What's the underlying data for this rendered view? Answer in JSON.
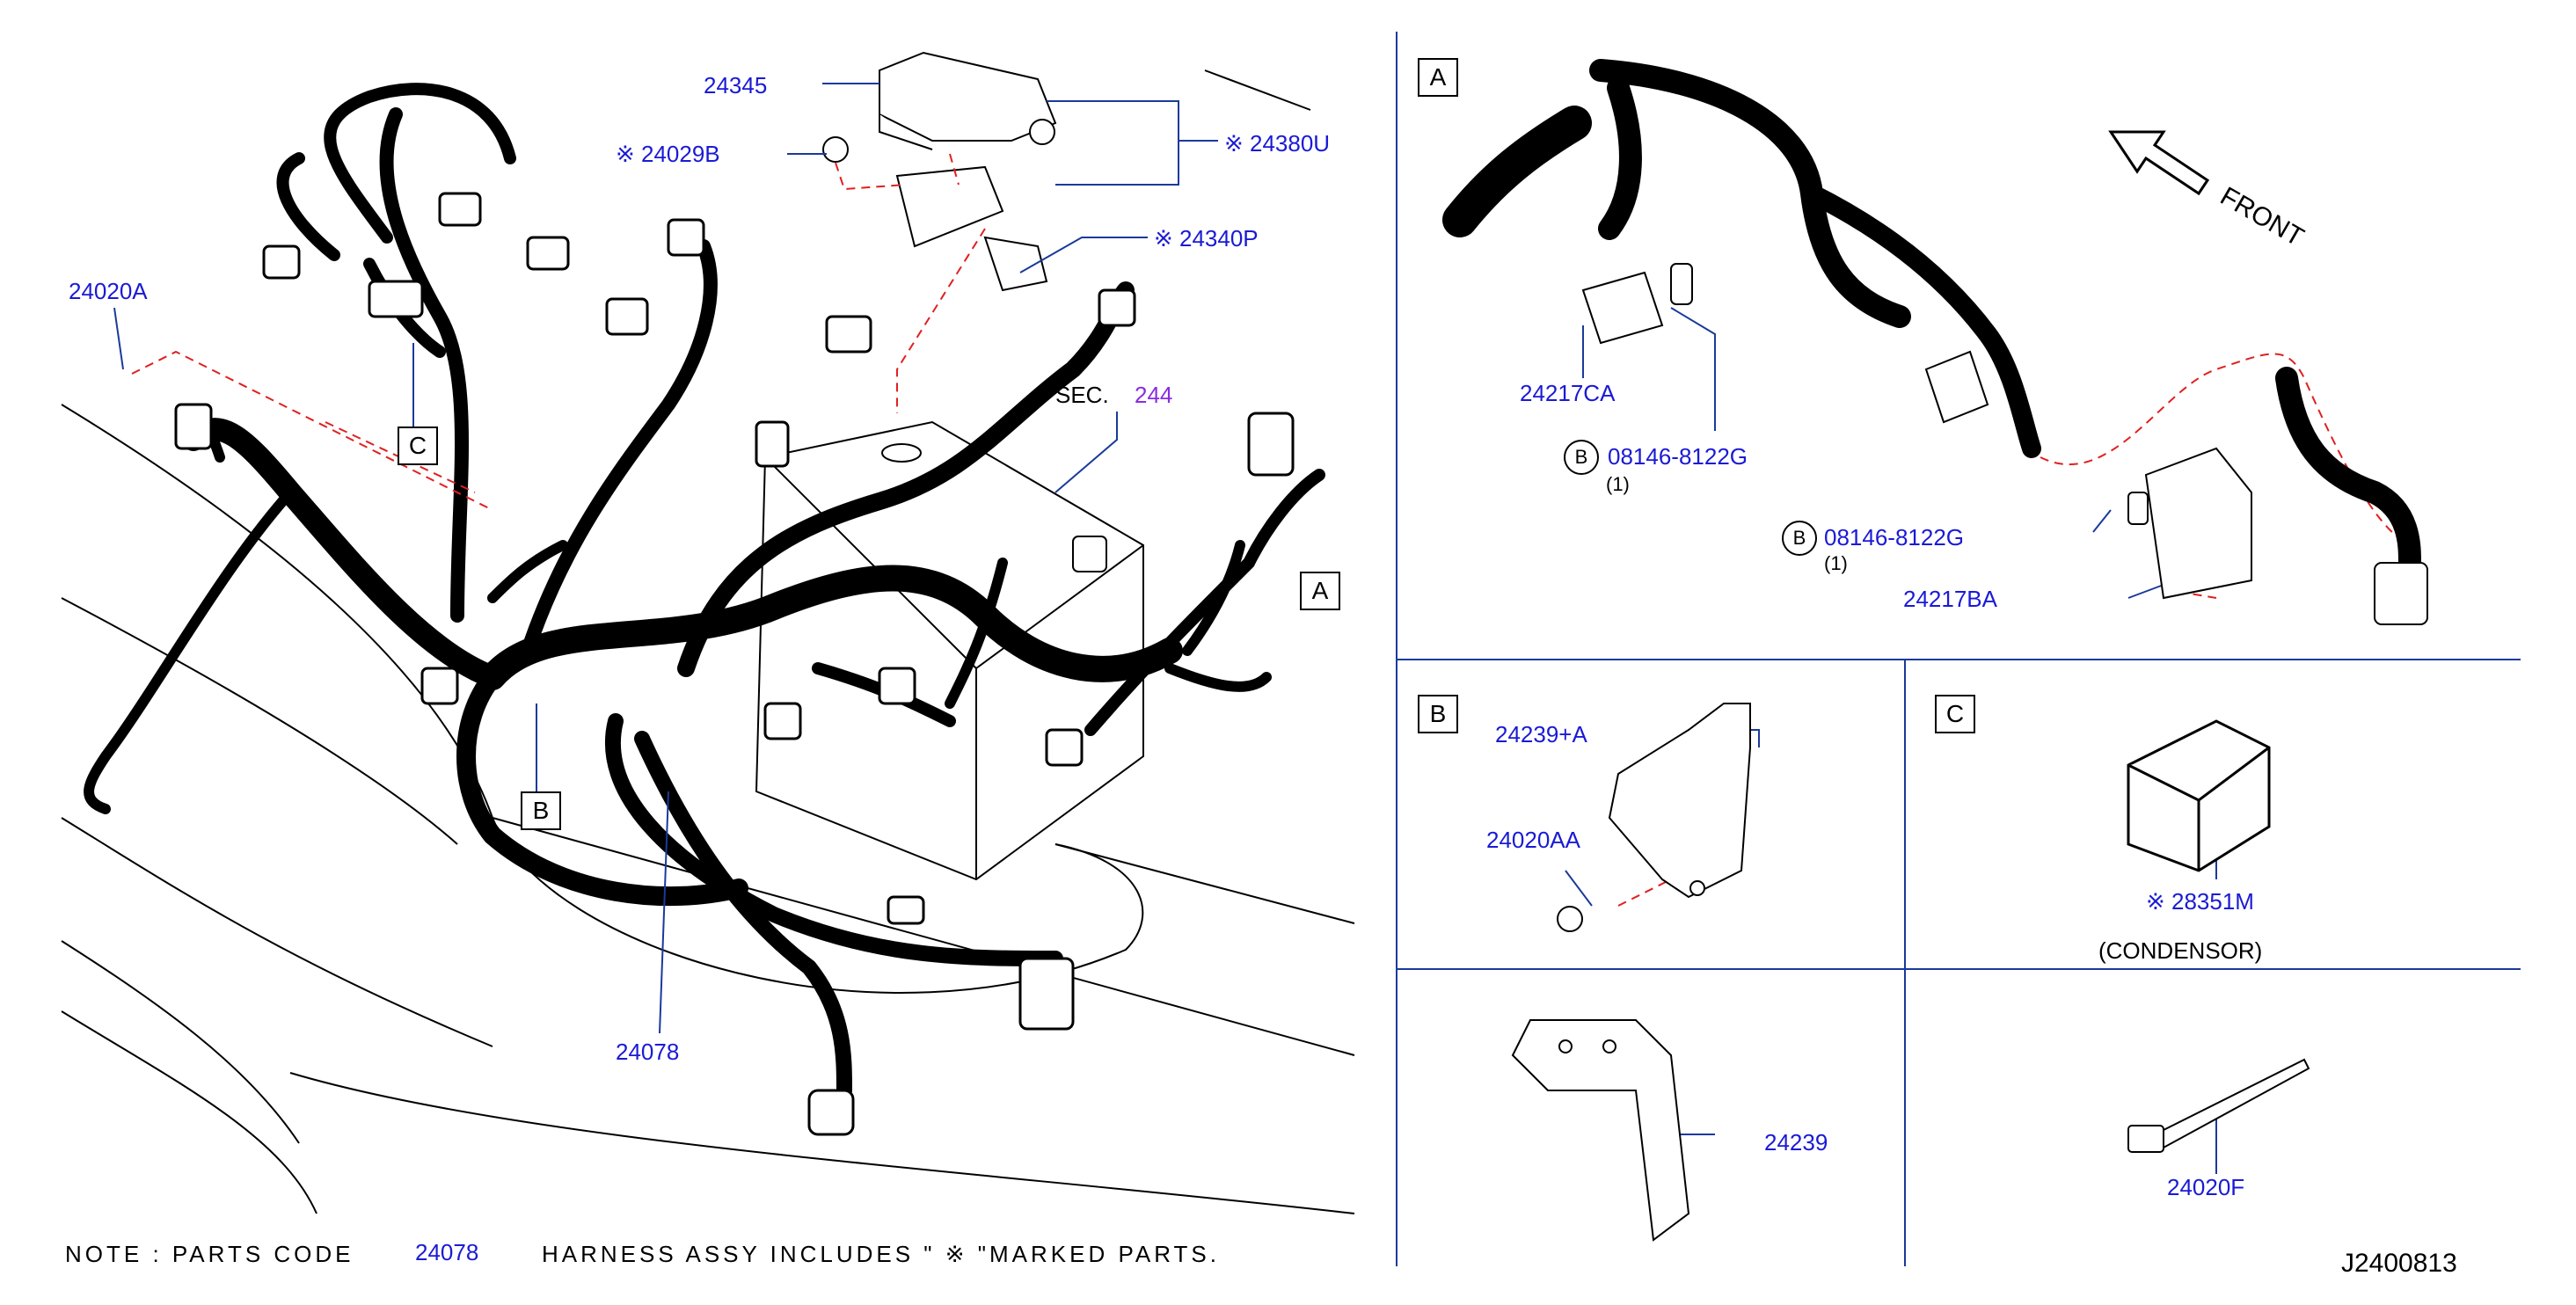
{
  "main": {
    "labels": {
      "p24345": "24345",
      "p24029B": "※ 24029B",
      "p24380U": "※ 24380U",
      "p24340P": "※ 24340P",
      "p24020A": "24020A",
      "sec": "SEC.",
      "sec_num": "244",
      "p24078": "24078"
    },
    "callouts": {
      "a": "A",
      "b": "B",
      "c": "C"
    }
  },
  "panel_a": {
    "tag": "A",
    "front": "FRONT",
    "p24217CA": "24217CA",
    "bolt1_mark": "B",
    "bolt1": "08146-8122G",
    "bolt1_qty": "(1)",
    "bolt2_mark": "B",
    "bolt2": "08146-8122G",
    "bolt2_qty": "(1)",
    "p24217BA": "24217BA"
  },
  "panel_b": {
    "tag": "B",
    "p24239A": "24239+A",
    "p24020AA": "24020AA"
  },
  "panel_c": {
    "tag": "C",
    "p28351M": "※ 28351M",
    "condensor": "(CONDENSOR)"
  },
  "panel_d": {
    "p24239": "24239"
  },
  "panel_e": {
    "p24020F": "24020F"
  },
  "note": {
    "prefix": "NOTE : PARTS CODE",
    "code": "24078",
    "suffix": "HARNESS ASSY   INCLUDES \" ※   \"MARKED PARTS."
  },
  "diagram_code": "J2400813",
  "colors": {
    "line": "#000000",
    "label": "#1a1ad6",
    "leader": "#1a3a9a",
    "dashed": "#e02020",
    "section": "#8a2be2"
  }
}
